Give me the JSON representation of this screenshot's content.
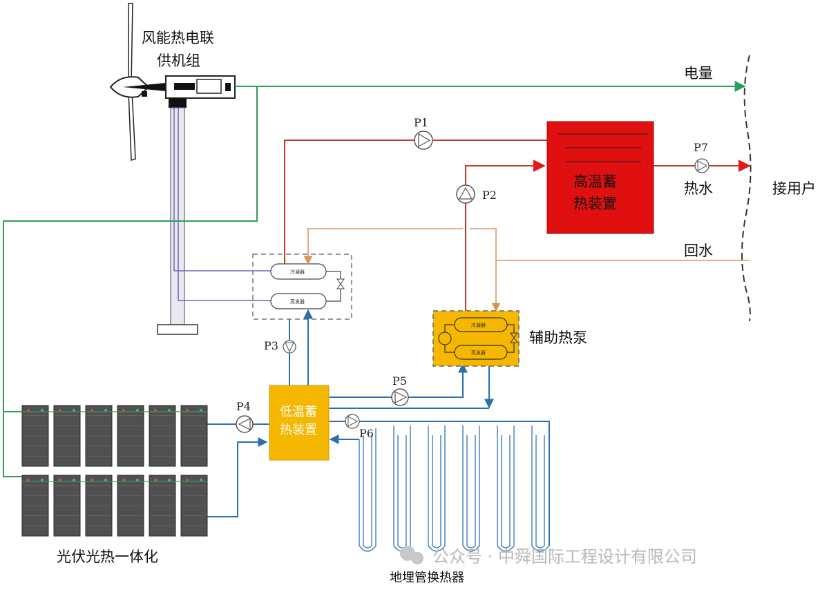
{
  "labels": {
    "wind_unit_line1": "风能热电联",
    "wind_unit_line2": "供机组",
    "electricity": "电量",
    "hot_water": "热水",
    "return_water": "回水",
    "user": "接用户",
    "high_temp_line1": "高温蓄",
    "high_temp_line2": "热装置",
    "low_temp_line1": "低温蓄",
    "low_temp_line2": "热装置",
    "aux_heat_pump": "辅助热泵",
    "pv_pt": "光伏光热一体化",
    "ground_hx": "地埋管换热器",
    "condenser": "冷凝器",
    "evaporator": "蒸发器",
    "aux_condenser": "冷凝器",
    "aux_evaporator": "蒸发器"
  },
  "pumps": {
    "p1": "P1",
    "p2": "P2",
    "p3": "P3",
    "p4": "P4",
    "p5": "P5",
    "p6": "P6",
    "p7": "P7"
  },
  "watermark": {
    "account_prefix": "公众号 · 中舜国际工程设计有限公司"
  },
  "colors": {
    "electric_line": "#2e9e5b",
    "hot_line": "#c0392b",
    "arrow_red": "#e31a1a",
    "return_line": "#e3a07a",
    "cold_line": "#2a6fb0",
    "high_tank": "#e01010",
    "low_tank": "#f6b700",
    "aux_box": "#f6b700",
    "pipe_purple": "#6a66b5",
    "ground_loop": "#4a86c0"
  }
}
